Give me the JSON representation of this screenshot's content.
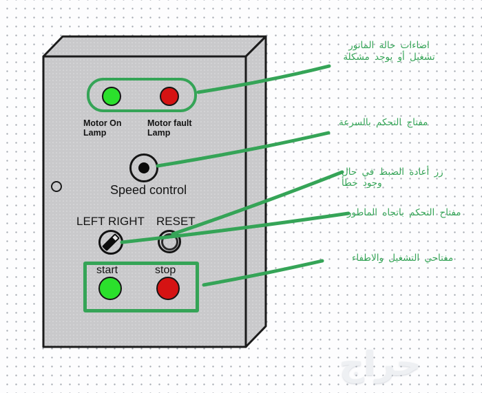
{
  "colors": {
    "annotation_green": "#35a457",
    "lamp_green": "#2be02c",
    "lamp_red": "#d51313",
    "panel_gray": "#c9c9cb"
  },
  "panel": {
    "motor_on_label": "Motor On\nLamp",
    "motor_fault_label": "Motor fault\nLamp",
    "speed_control_label": "Speed control",
    "direction_switch_label": "LEFT RIGHT",
    "reset_label": "RESET",
    "start_label": "start",
    "stop_label": "stop"
  },
  "annotations": [
    {
      "id": "lamps",
      "text": "اضاءات حالة الماتور\nتشغيل أو يوجد مشكلة"
    },
    {
      "id": "speed",
      "text": "مفتاح التحكم بالسرعة"
    },
    {
      "id": "reset",
      "text": "زر أعادة الضبط في حال\nوجود خطأ"
    },
    {
      "id": "direction",
      "text": "مفتاح التحكم باتجاه الماطور"
    },
    {
      "id": "startstop",
      "text": "مفتاحي التشغيل والاطفاء"
    }
  ],
  "watermark": "حراج"
}
